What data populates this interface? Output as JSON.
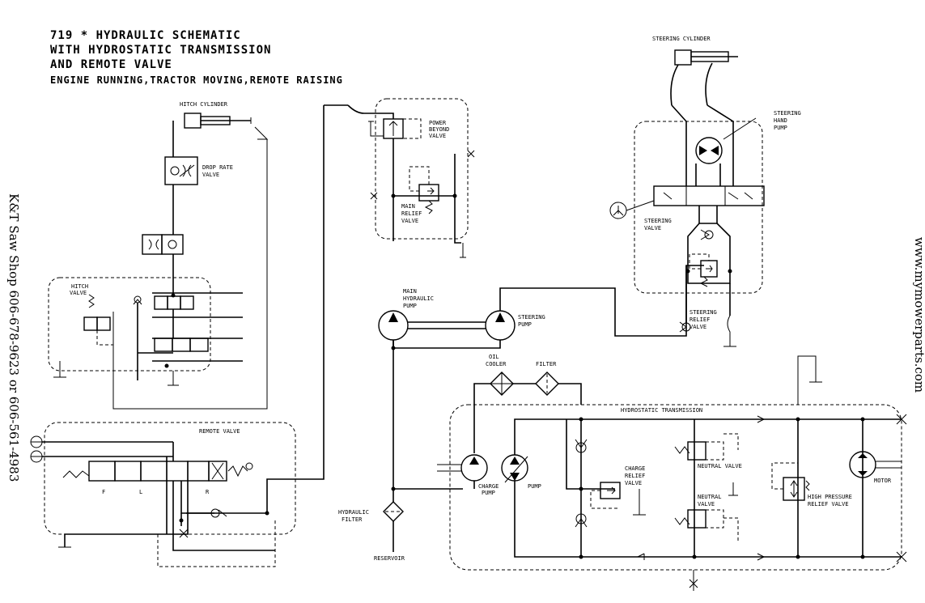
{
  "header": {
    "line1": "719 * HYDRAULIC SCHEMATIC",
    "line2": "WITH HYDROSTATIC TRANSMISSION",
    "line3": "AND REMOTE VALVE",
    "line4": "ENGINE RUNNING,TRACTOR MOVING,REMOTE RAISING"
  },
  "side_text": {
    "left": "K&T Saw Shop 606-678-9623 or 606-561-4983",
    "right": "www.mymowerparts.com"
  },
  "labels": {
    "hitch_cylinder": "HITCH CYLINDER",
    "drop_rate_1": "DROP RATE",
    "drop_rate_2": "VALVE",
    "hitch_valve_1": "HITCH",
    "hitch_valve_2": "VALVE",
    "remote_valve": "REMOTE VALVE",
    "spool_f": "F",
    "spool_l": "L",
    "spool_r": "R",
    "power_beyond_1": "POWER",
    "power_beyond_2": "BEYOND",
    "power_beyond_3": "VALVE",
    "main_relief_1": "MAIN",
    "main_relief_2": "RELIEF",
    "main_relief_3": "VALVE",
    "main_pump_1": "MAIN",
    "main_pump_2": "HYDRAULIC",
    "main_pump_3": "PUMP",
    "steering_pump_1": "STEERING",
    "steering_pump_2": "PUMP",
    "hydraulic_filter_1": "HYDRAULIC",
    "hydraulic_filter_2": "FILTER",
    "reservoir": "RESERVOIR",
    "oil_cooler_1": "OIL",
    "oil_cooler_2": "COOLER",
    "filter": "FILTER",
    "hydrostatic": "HYDROSTATIC TRANSMISSION",
    "charge_pump_1": "CHARGE",
    "charge_pump_2": "PUMP",
    "pump": "PUMP",
    "charge_relief_1": "CHARGE",
    "charge_relief_2": "RELIEF",
    "charge_relief_3": "VALVE",
    "neutral_valve_a": "NEUTRAL VALVE",
    "neutral_valve_b1": "NEUTRAL",
    "neutral_valve_b2": "VALVE",
    "high_pressure_1": "HIGH PRESSURE",
    "high_pressure_2": "RELIEF VALVE",
    "motor": "MOTOR",
    "steering_cylinder": "STEERING CYLINDER",
    "steering_hand_1": "STEERING",
    "steering_hand_2": "HAND",
    "steering_hand_3": "PUMP",
    "steering_valve_1": "STEERING",
    "steering_valve_2": "VALVE",
    "steering_relief_1": "STEERING",
    "steering_relief_2": "RELIEF",
    "steering_relief_3": "VALVE"
  }
}
